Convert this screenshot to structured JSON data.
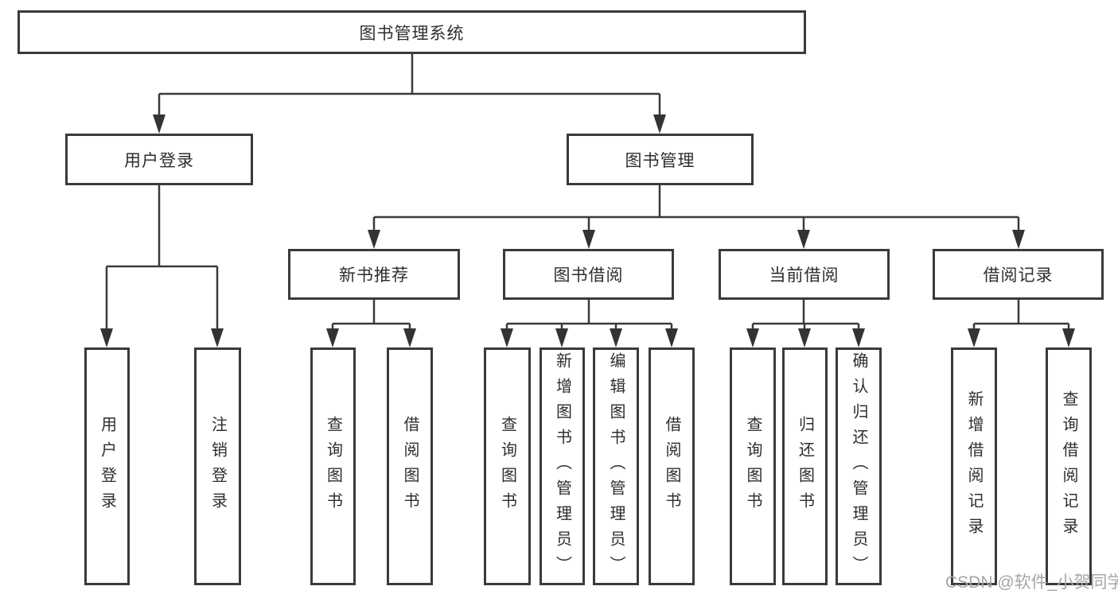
{
  "tree": {
    "label": "图书管理系统",
    "children": [
      {
        "label": "用户登录",
        "children": [
          {
            "label": "用户登录"
          },
          {
            "label": "注销登录"
          }
        ]
      },
      {
        "label": "图书管理",
        "children": [
          {
            "label": "新书推荐",
            "children": [
              {
                "label": "查询图书"
              },
              {
                "label": "借阅图书"
              }
            ]
          },
          {
            "label": "图书借阅",
            "children": [
              {
                "label": "查询图书"
              },
              {
                "label": "新增图书（管理员）"
              },
              {
                "label": "编辑图书（管理员）"
              },
              {
                "label": "借阅图书"
              }
            ]
          },
          {
            "label": "当前借阅",
            "children": [
              {
                "label": "查询图书"
              },
              {
                "label": "归还图书"
              },
              {
                "label": "确认归还（管理员）"
              }
            ]
          },
          {
            "label": "借阅记录",
            "children": [
              {
                "label": "新增借阅记录"
              },
              {
                "label": "查询借阅记录"
              }
            ]
          }
        ]
      }
    ]
  },
  "watermark": {
    "text": "CSDN @软件_小贺同学"
  },
  "colors": {
    "line": "#3a3a3a",
    "text": "#2e2e2e",
    "watermark": "#a6a6a6"
  }
}
